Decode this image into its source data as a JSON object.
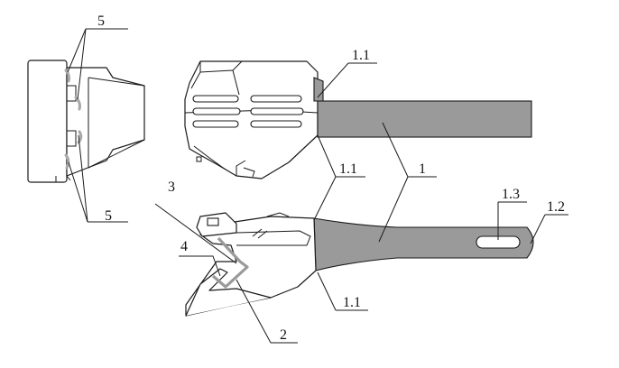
{
  "labels": {
    "five_top": "5",
    "five_bottom": "5",
    "one_one_top": "1.1",
    "one_one_mid": "1.1",
    "one_one_bottom": "1.1",
    "one": "1",
    "one_three": "1.3",
    "one_two": "1.2",
    "three": "3",
    "four": "4",
    "two": "2"
  }
}
